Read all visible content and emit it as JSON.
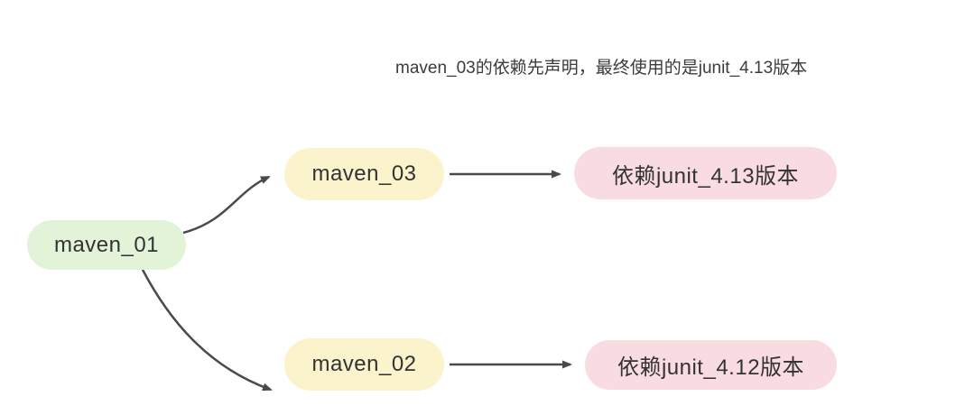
{
  "diagram": {
    "title": "maven_03的依赖先声明，最终使用的是junit_4.13版本",
    "nodes": {
      "maven_01": {
        "label": "maven_01"
      },
      "maven_03": {
        "label": "maven_03"
      },
      "maven_02": {
        "label": "maven_02"
      },
      "junit_413": {
        "label": "依赖junit_4.13版本"
      },
      "junit_412": {
        "label": "依赖junit_4.12版本"
      }
    },
    "edges": [
      {
        "from": "maven_01",
        "to": "maven_03"
      },
      {
        "from": "maven_01",
        "to": "maven_02"
      },
      {
        "from": "maven_03",
        "to": "junit_413"
      },
      {
        "from": "maven_02",
        "to": "junit_412"
      }
    ],
    "colors": {
      "node_green": "#e2f3d8",
      "node_yellow": "#faf3cb",
      "node_pink": "#f9dce2",
      "arrow": "#4a4a4a",
      "text": "#333333"
    }
  }
}
